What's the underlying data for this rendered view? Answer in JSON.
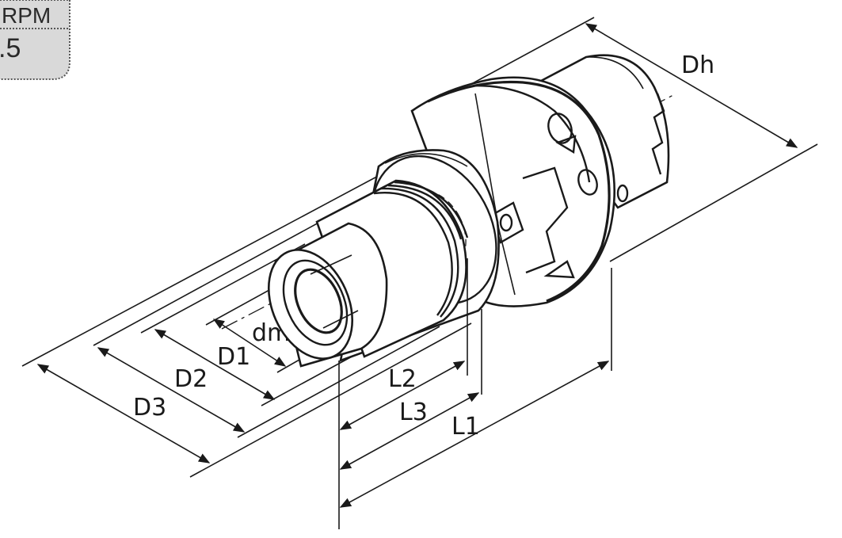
{
  "badge": {
    "top_text": "RPM",
    "bottom_text": ".5",
    "fill_color": "#d9d9d9",
    "border_color": "#555555"
  },
  "dimension_labels": {
    "dh": "Dh",
    "dm": "dm",
    "d1": "D1",
    "d2": "D2",
    "d3": "D3",
    "l1": "L1",
    "l2": "L2",
    "l3": "L3"
  },
  "colors": {
    "line": "#1a1a1a",
    "background": "#ffffff"
  }
}
